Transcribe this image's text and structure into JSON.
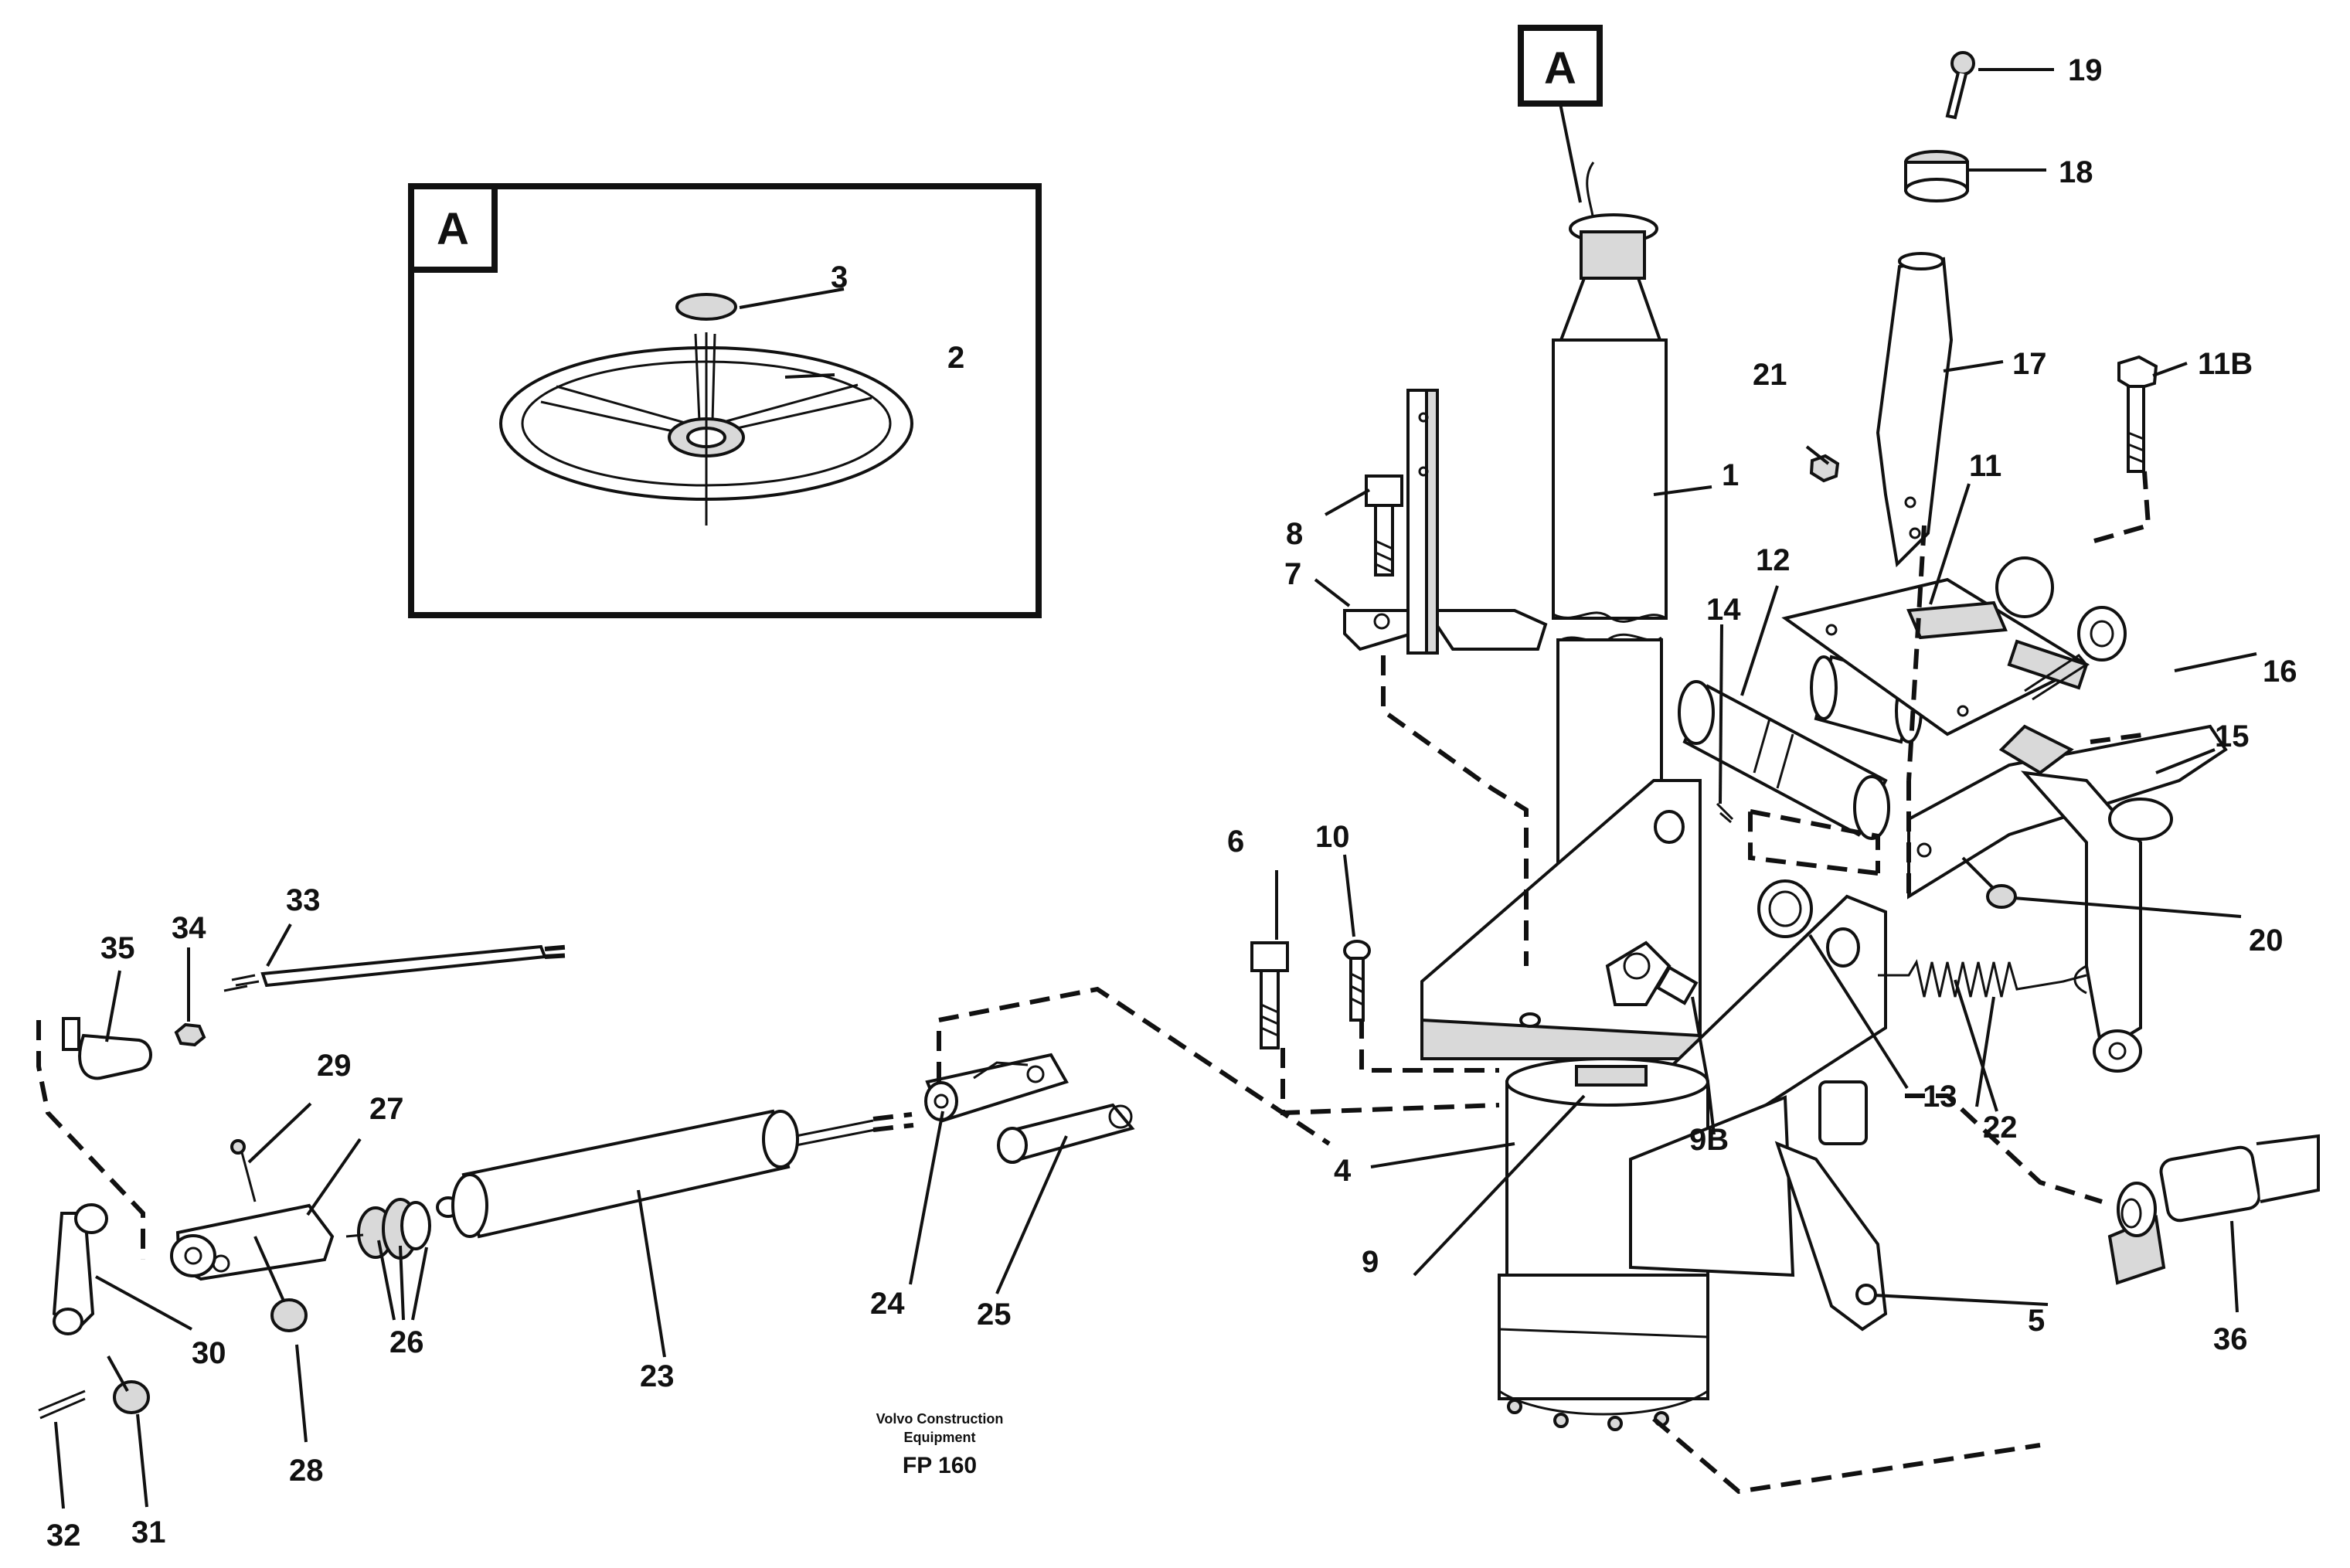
{
  "diagram": {
    "detail_view_label": "A",
    "reference_label": "A",
    "footer": {
      "line1": "Volvo Construction",
      "line2": "Equipment",
      "code": "FP 160"
    },
    "callouts": {
      "c1": "1",
      "c2": "2",
      "c3": "3",
      "c4": "4",
      "c5": "5",
      "c6": "6",
      "c7": "7",
      "c8": "8",
      "c9": "9",
      "c9b": "9B",
      "c10": "10",
      "c11": "11",
      "c11b": "11B",
      "c12": "12",
      "c13": "13",
      "c14": "14",
      "c15": "15",
      "c16": "16",
      "c17": "17",
      "c18": "18",
      "c19": "19",
      "c20": "20",
      "c21": "21",
      "c22": "22",
      "c23": "23",
      "c24": "24",
      "c25": "25",
      "c26": "26",
      "c27": "27",
      "c28": "28",
      "c29": "29",
      "c30": "30",
      "c31": "31",
      "c32": "32",
      "c33": "33",
      "c34": "34",
      "c35": "35",
      "c36": "36"
    }
  }
}
